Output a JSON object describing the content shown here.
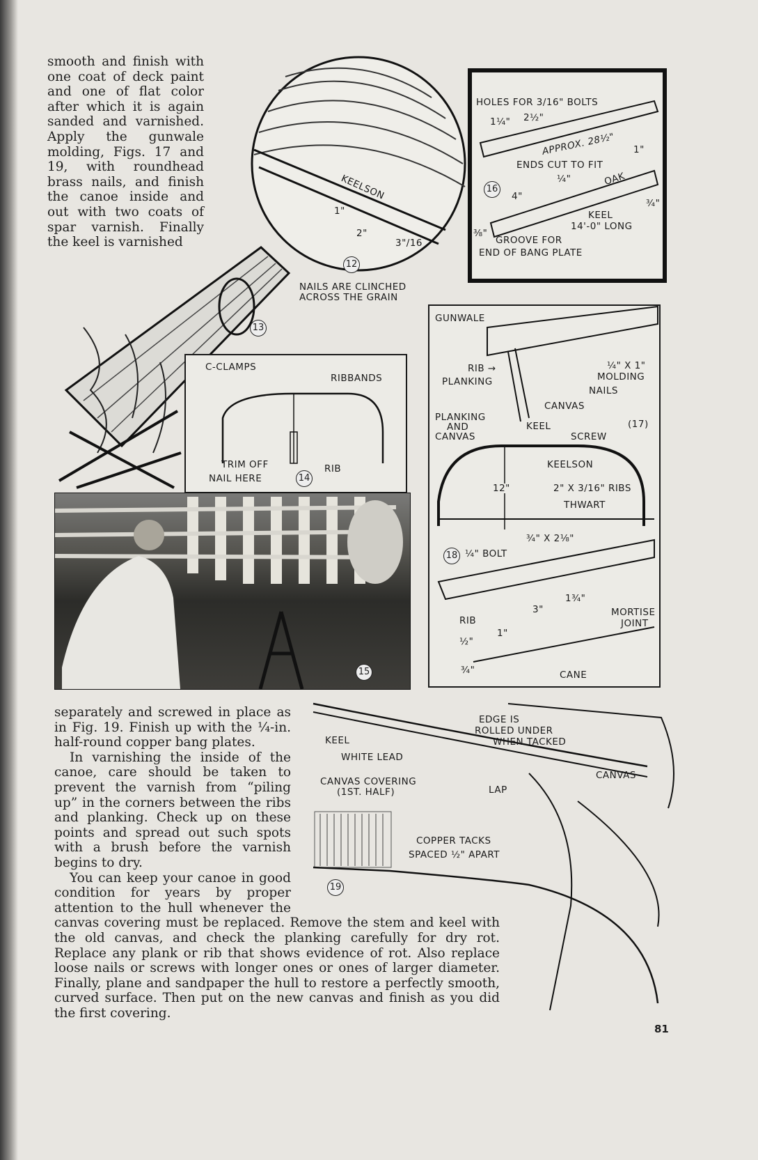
{
  "top_text": "smooth and finish with one coat of deck paint and one of flat color after which it is again sanded and varnished. Apply the gunwale molding, Figs. 17 and 19, with roundhead brass nails, and finish the canoe inside and out with two coats of spar varnish. Finally the keel is varnished",
  "bottom_text": {
    "p1": "separately and screwed in place as in Fig. 19. Finish up with the ¼-in. half-round copper bang plates.",
    "p2": "In varnishing the inside of the canoe, care should be taken to prevent the varnish from “piling up” in the corners between the ribs and planking. Check up on these points and spread out such spots with a brush before the varnish begins to dry.",
    "p3_narrow": "You can keep your canoe in good condition for years by proper attention to the hull whenever the",
    "p3_wide": "canvas covering must be replaced. Remove the stem and keel with the old canvas, and check the planking carefully for dry rot. Replace any plank or rib that shows evidence of rot. Also replace loose nails or screws with longer ones or ones of larger diameter. Finally, plane and sandpaper the hull to restore a perfectly smooth, curved surface. Then put on the new canvas and finish as you did the first covering."
  },
  "page_number": "81",
  "fig12": {
    "num": "12",
    "keelson": "KEELSON",
    "d1": "1\"",
    "d2": "2\"",
    "d3": "3\"/16",
    "caption1": "NAILS ARE CLINCHED",
    "caption2": "ACROSS THE GRAIN"
  },
  "fig13": {
    "num": "13"
  },
  "fig14": {
    "num": "14",
    "c_clamps": "C-CLAMPS",
    "ribbands": "RIBBANDS",
    "trim1": "TRIM OFF",
    "trim2": "NAIL HERE",
    "rib": "RIB"
  },
  "fig15": {
    "num": "15"
  },
  "fig16": {
    "num": "16",
    "holes": "HOLES FOR 3/16\" BOLTS",
    "d114": "1¼\"",
    "d212": "2½\"",
    "approx": "APPROX. 28½\"",
    "ends": "ENDS CUT TO FIT",
    "d1": "1\"",
    "d4": "4\"",
    "d14": "¼\"",
    "oak": "OAK",
    "d34": "¾\"",
    "keel1": "KEEL",
    "keel2": "14'-0\" LONG",
    "d38": "⅜\"",
    "groove1": "GROOVE FOR",
    "groove2": "END OF BANG PLATE"
  },
  "fig17": {
    "num": "(17)",
    "gunwale": "GUNWALE",
    "molding1": "¼\" X 1\"",
    "molding2": "MOLDING",
    "rib": "RIB →",
    "planking": "PLANKING",
    "nails": "NAILS",
    "canvas": "CANVAS",
    "pc1": "PLANKING",
    "pc2": "AND",
    "pc3": "CANVAS",
    "keel": "KEEL",
    "screw": "SCREW",
    "keelson": "KEELSON",
    "d12": "12\"",
    "ribs": "2\" X 3/16\" RIBS",
    "thwart": "THWART"
  },
  "fig18": {
    "num": "18",
    "bolt": "¼\" BOLT",
    "size": "¾\" X 2⅛\"",
    "d134": "1¾\"",
    "d3": "3\"",
    "mortise1": "MORTISE",
    "mortise2": "JOINT",
    "rib": "RIB",
    "d1": "1\"",
    "d12": "½\"",
    "d34": "¾\"",
    "cane": "CANE"
  },
  "fig19": {
    "num": "19",
    "edge1": "EDGE IS",
    "edge2": "ROLLED UNDER",
    "edge3": "WHEN TACKED",
    "keel": "KEEL",
    "white_lead": "WHITE LEAD",
    "canvas": "CANVAS",
    "covering1": "CANVAS COVERING",
    "covering2": "(1ST. HALF)",
    "lap": "LAP",
    "tacks1": "COPPER TACKS",
    "tacks2": "SPACED ½\" APART"
  }
}
